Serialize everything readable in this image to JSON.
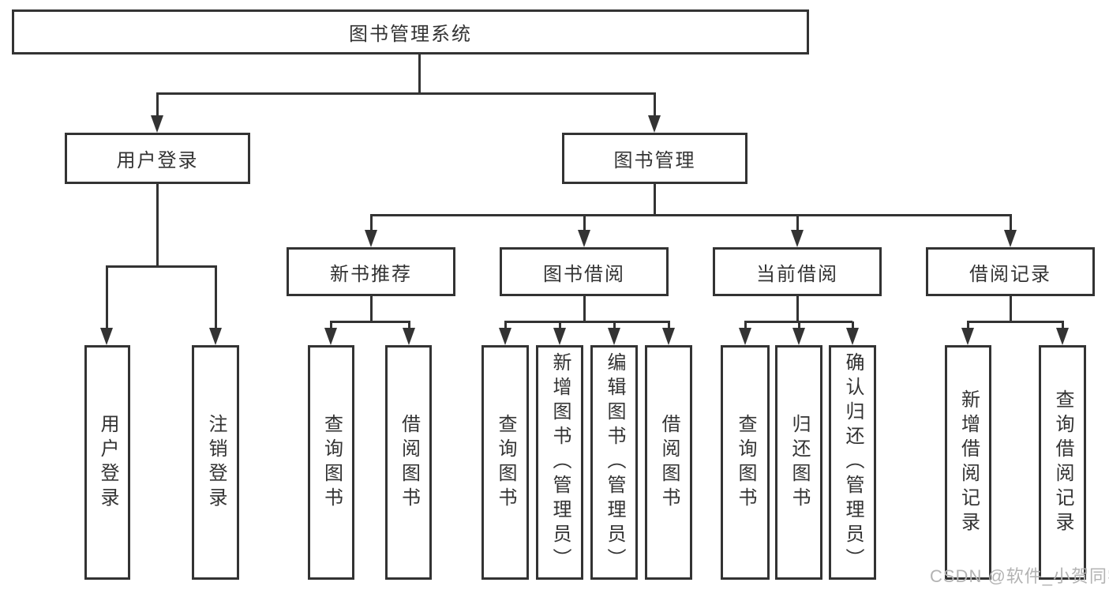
{
  "colors": {
    "line": "#333333",
    "text": "#333333",
    "watermark": "#b3b3b3",
    "background": "#ffffff"
  },
  "root": {
    "label": "图书管理系统"
  },
  "level2": [
    {
      "label": "用户登录"
    },
    {
      "label": "图书管理"
    }
  ],
  "level3": [
    {
      "label": "新书推荐"
    },
    {
      "label": "图书借阅"
    },
    {
      "label": "当前借阅"
    },
    {
      "label": "借阅记录"
    }
  ],
  "leaves": {
    "user_login": [
      {
        "label": "用户登录"
      },
      {
        "label": "注销登录"
      }
    ],
    "new_book": [
      {
        "label": "查询图书"
      },
      {
        "label": "借阅图书"
      }
    ],
    "book_borrow": [
      {
        "label": "查询图书"
      },
      {
        "label": "新增图书（管理员）"
      },
      {
        "label": "编辑图书（管理员）"
      },
      {
        "label": "借阅图书"
      }
    ],
    "current_borrow": [
      {
        "label": "查询图书"
      },
      {
        "label": "归还图书"
      },
      {
        "label": "确认归还（管理员）"
      }
    ],
    "borrow_records": [
      {
        "label": "新增借阅记录"
      },
      {
        "label": "查询借阅记录"
      }
    ]
  },
  "watermark": "CSDN @软件_小贺同学"
}
